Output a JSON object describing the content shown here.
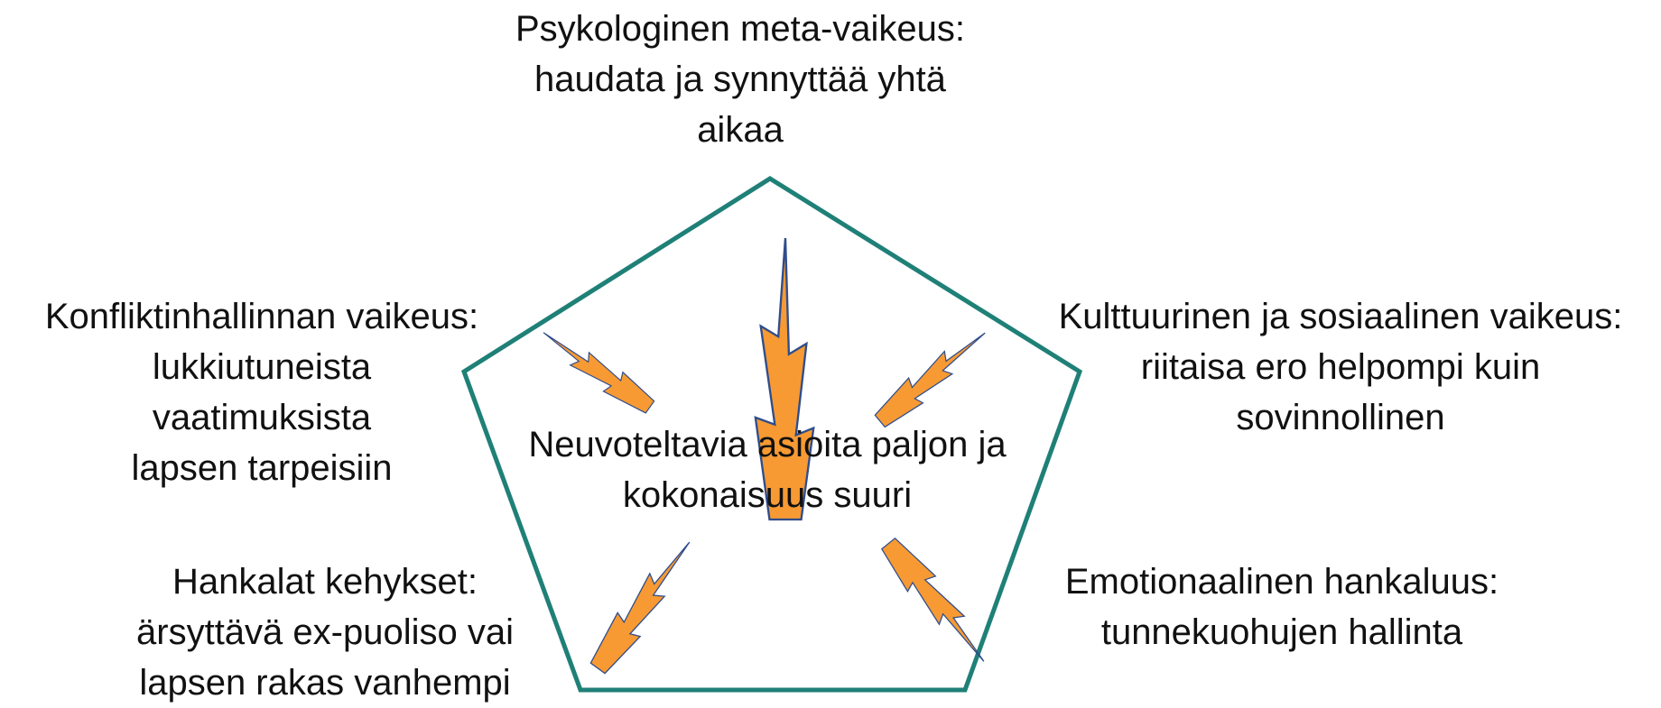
{
  "diagram": {
    "center": "Neuvoteltavia asioita paljon ja\nkokonaisuus suuri",
    "labels": {
      "top": "Psykologinen meta-vaikeus:\nhaudata ja synnyttää yhtä\naikaa",
      "left": "Konfliktinhallinnan vaikeus:\nlukkiutuneista\nvaatimuksista\nlapsen tarpeisiin",
      "right": "Kulttuurinen ja sosiaalinen vaikeus:\nriitaisa ero helpompi kuin\nsovinnollinen",
      "bottom_left": "Hankalat kehykset:\närsyttävä ex-puoliso vai\nlapsen rakas vanhempi",
      "bottom_right": "Emotionaalinen hankaluus:\ntunnekuohujen hallinta"
    },
    "colors": {
      "pentagon_stroke": "#1f8077",
      "bolt_fill": "#f79a33",
      "bolt_stroke": "#2f4d8c",
      "text": "#111111"
    },
    "icons": [
      "pentagon-shape",
      "lightning-bolt-icon"
    ]
  }
}
